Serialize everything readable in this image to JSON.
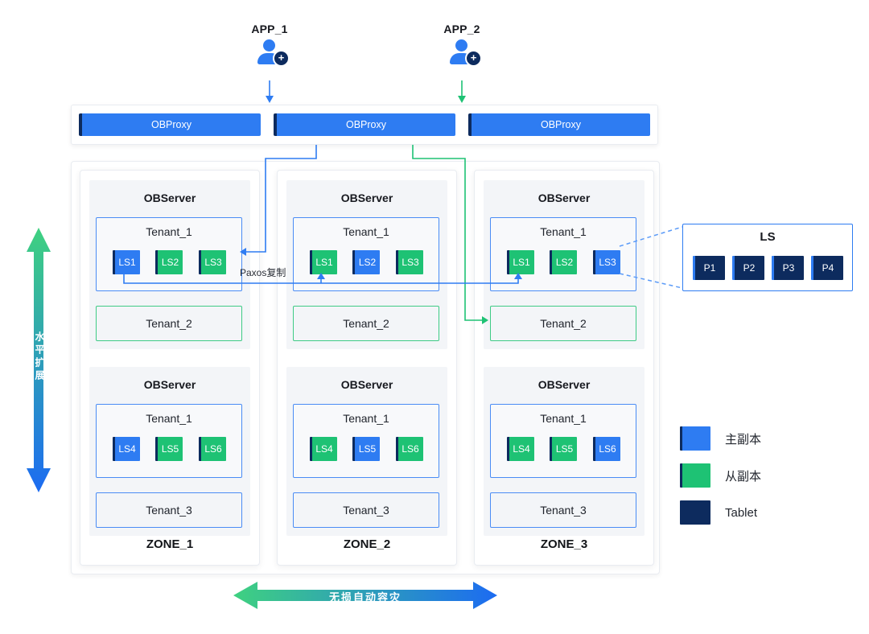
{
  "apps": [
    {
      "label": "APP_1"
    },
    {
      "label": "APP_2"
    }
  ],
  "proxy_row": {
    "items": [
      {
        "label": "OBProxy"
      },
      {
        "label": "OBProxy"
      },
      {
        "label": "OBProxy"
      }
    ]
  },
  "zones": [
    {
      "label": "ZONE_1",
      "servers": [
        {
          "title": "OBServer",
          "tenant1": {
            "title": "Tenant_1",
            "chips": [
              {
                "label": "LS1",
                "role": "primary"
              },
              {
                "label": "LS2",
                "role": "follower"
              },
              {
                "label": "LS3",
                "role": "follower"
              }
            ]
          },
          "tenant2": {
            "title": "Tenant_2",
            "accent": "green"
          }
        },
        {
          "title": "OBServer",
          "tenant1": {
            "title": "Tenant_1",
            "chips": [
              {
                "label": "LS4",
                "role": "primary"
              },
              {
                "label": "LS5",
                "role": "follower"
              },
              {
                "label": "LS6",
                "role": "follower"
              }
            ]
          },
          "tenant2": {
            "title": "Tenant_3",
            "accent": "blue"
          }
        }
      ]
    },
    {
      "label": "ZONE_2",
      "servers": [
        {
          "title": "OBServer",
          "tenant1": {
            "title": "Tenant_1",
            "chips": [
              {
                "label": "LS1",
                "role": "follower"
              },
              {
                "label": "LS2",
                "role": "primary"
              },
              {
                "label": "LS3",
                "role": "follower"
              }
            ]
          },
          "tenant2": {
            "title": "Tenant_2",
            "accent": "green"
          }
        },
        {
          "title": "OBServer",
          "tenant1": {
            "title": "Tenant_1",
            "chips": [
              {
                "label": "LS4",
                "role": "follower"
              },
              {
                "label": "LS5",
                "role": "primary"
              },
              {
                "label": "LS6",
                "role": "follower"
              }
            ]
          },
          "tenant2": {
            "title": "Tenant_3",
            "accent": "blue"
          }
        }
      ]
    },
    {
      "label": "ZONE_3",
      "servers": [
        {
          "title": "OBServer",
          "tenant1": {
            "title": "Tenant_1",
            "chips": [
              {
                "label": "LS1",
                "role": "follower"
              },
              {
                "label": "LS2",
                "role": "follower"
              },
              {
                "label": "LS3",
                "role": "primary"
              }
            ]
          },
          "tenant2": {
            "title": "Tenant_2",
            "accent": "green"
          }
        },
        {
          "title": "OBServer",
          "tenant1": {
            "title": "Tenant_1",
            "chips": [
              {
                "label": "LS4",
                "role": "follower"
              },
              {
                "label": "LS5",
                "role": "follower"
              },
              {
                "label": "LS6",
                "role": "primary"
              }
            ]
          },
          "tenant2": {
            "title": "Tenant_3",
            "accent": "blue"
          }
        }
      ]
    }
  ],
  "ls_panel": {
    "title": "LS",
    "tablets": [
      {
        "label": "P1"
      },
      {
        "label": "P2"
      },
      {
        "label": "P3"
      },
      {
        "label": "P4"
      }
    ]
  },
  "legend": {
    "items": [
      {
        "label": "主副本",
        "color": "#2e7cf2"
      },
      {
        "label": "从副本",
        "color": "#1ec274"
      },
      {
        "label": "Tablet",
        "color": "#0d2b5e"
      }
    ]
  },
  "annotations": {
    "paxos_label": "Paxos复制",
    "vertical_arrow_label": "水平扩展",
    "bottom_arrow_label": "无损自动容灾"
  },
  "colors": {
    "primary_blue": "#2e7cf2",
    "replica_green": "#1ec274",
    "tablet_navy": "#0d2b5e"
  }
}
